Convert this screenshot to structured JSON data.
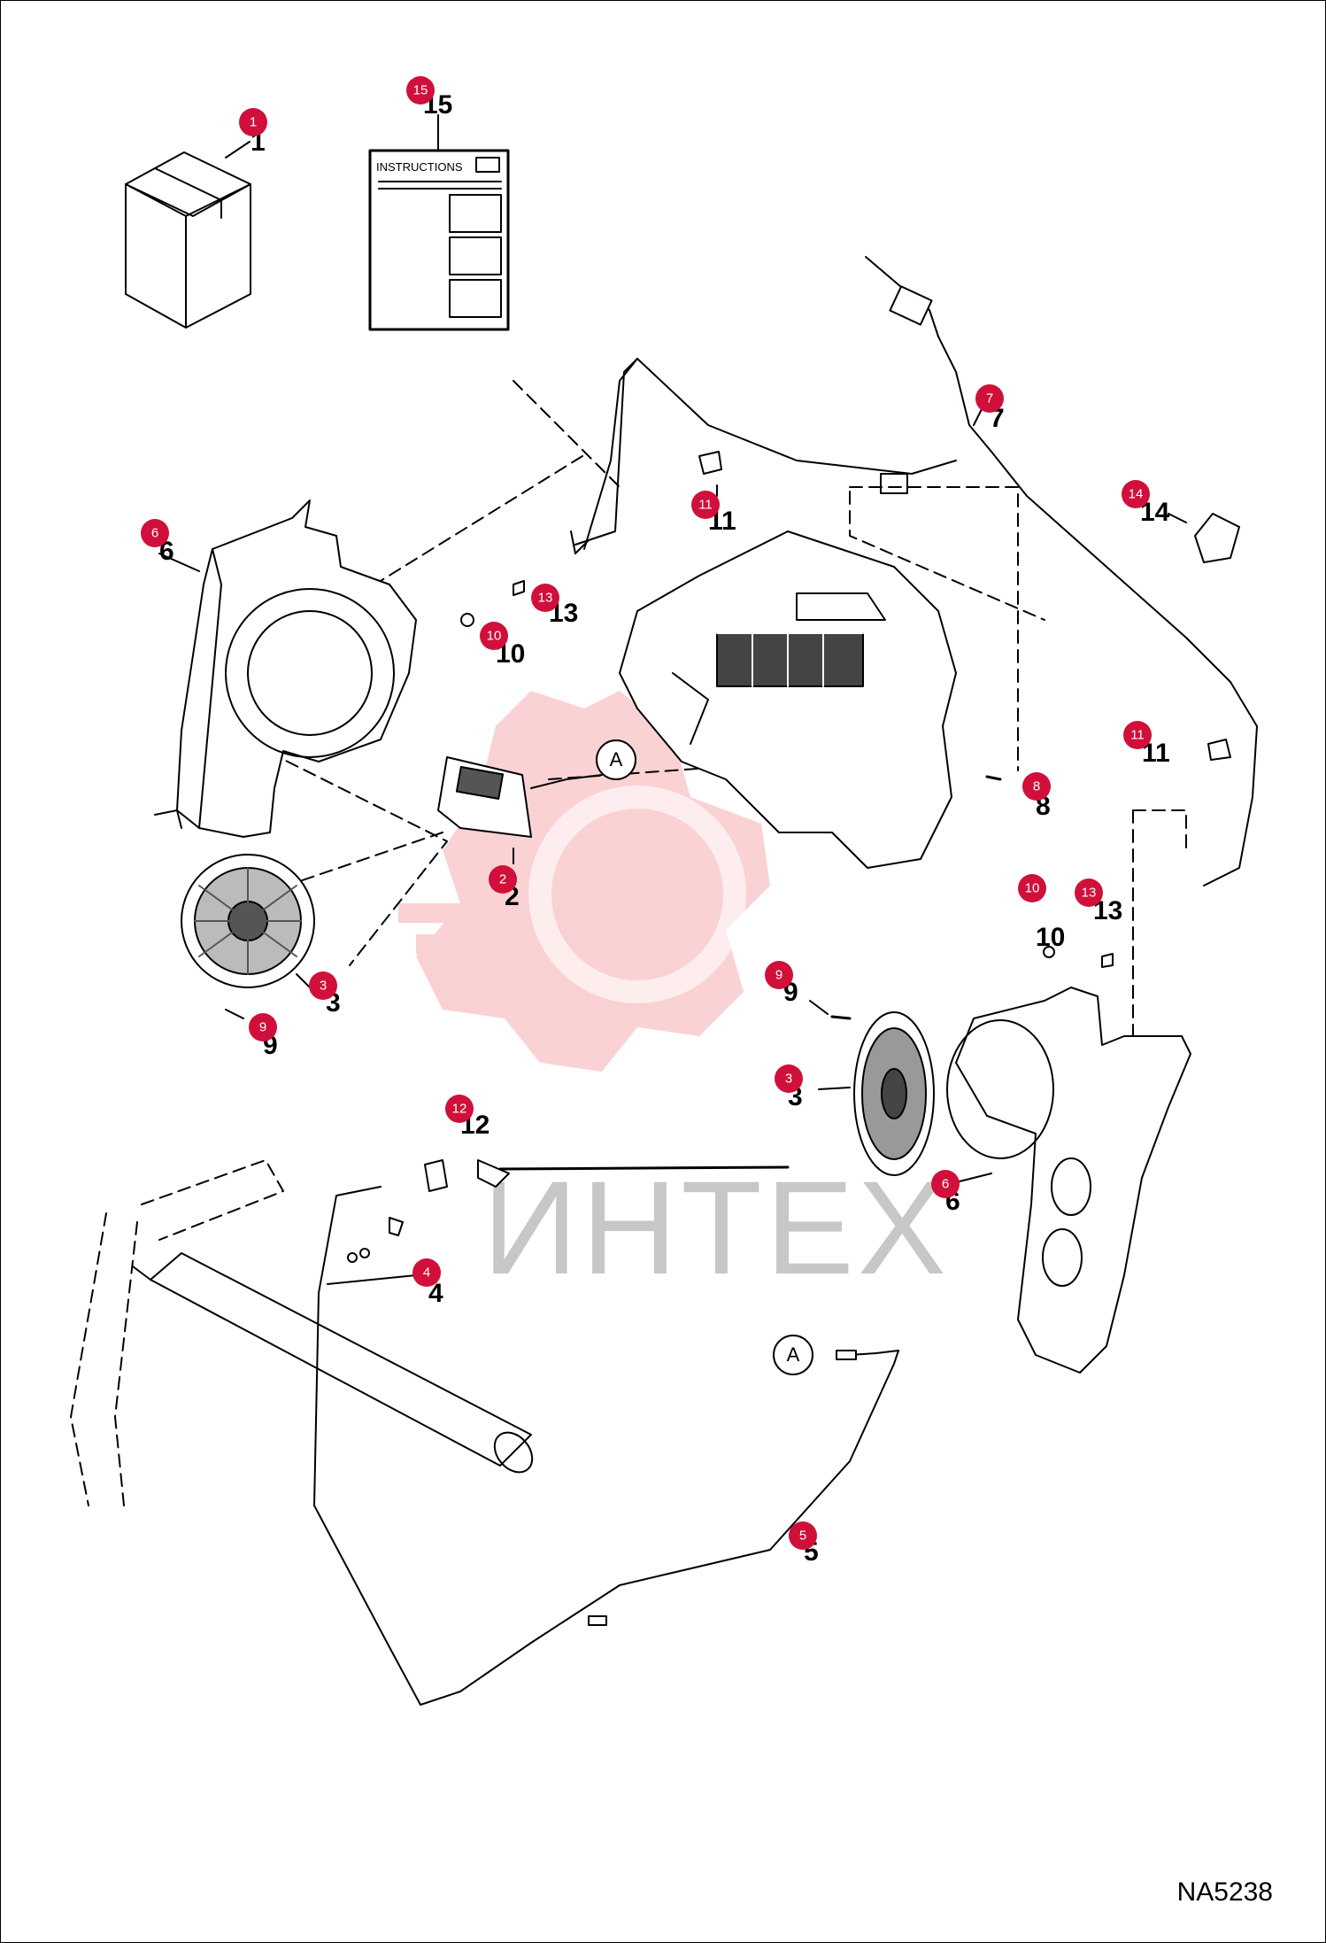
{
  "diagram_code": "NA5238",
  "instructions_label": "INSTRUCTIONS",
  "connector_label": "A",
  "watermark_text": "ИНТЕХ",
  "badge_color": "#d0103a",
  "callouts": [
    {
      "id": "c1",
      "value": "1"
    },
    {
      "id": "c15",
      "value": "15"
    },
    {
      "id": "c7",
      "value": "7"
    },
    {
      "id": "c11a",
      "value": "11"
    },
    {
      "id": "c14",
      "value": "14"
    },
    {
      "id": "c6a",
      "value": "6"
    },
    {
      "id": "c13a",
      "value": "13"
    },
    {
      "id": "c10a",
      "value": "10"
    },
    {
      "id": "c11b",
      "value": "11"
    },
    {
      "id": "c8",
      "value": "8"
    },
    {
      "id": "c2",
      "value": "2"
    },
    {
      "id": "c10b",
      "value": "10"
    },
    {
      "id": "c13b",
      "value": "13"
    },
    {
      "id": "c3a",
      "value": "3"
    },
    {
      "id": "c9a",
      "value": "9"
    },
    {
      "id": "c9b",
      "value": "9"
    },
    {
      "id": "c3b",
      "value": "3"
    },
    {
      "id": "c12",
      "value": "12"
    },
    {
      "id": "c6b",
      "value": "6"
    },
    {
      "id": "c4",
      "value": "4"
    },
    {
      "id": "c5",
      "value": "5"
    }
  ]
}
